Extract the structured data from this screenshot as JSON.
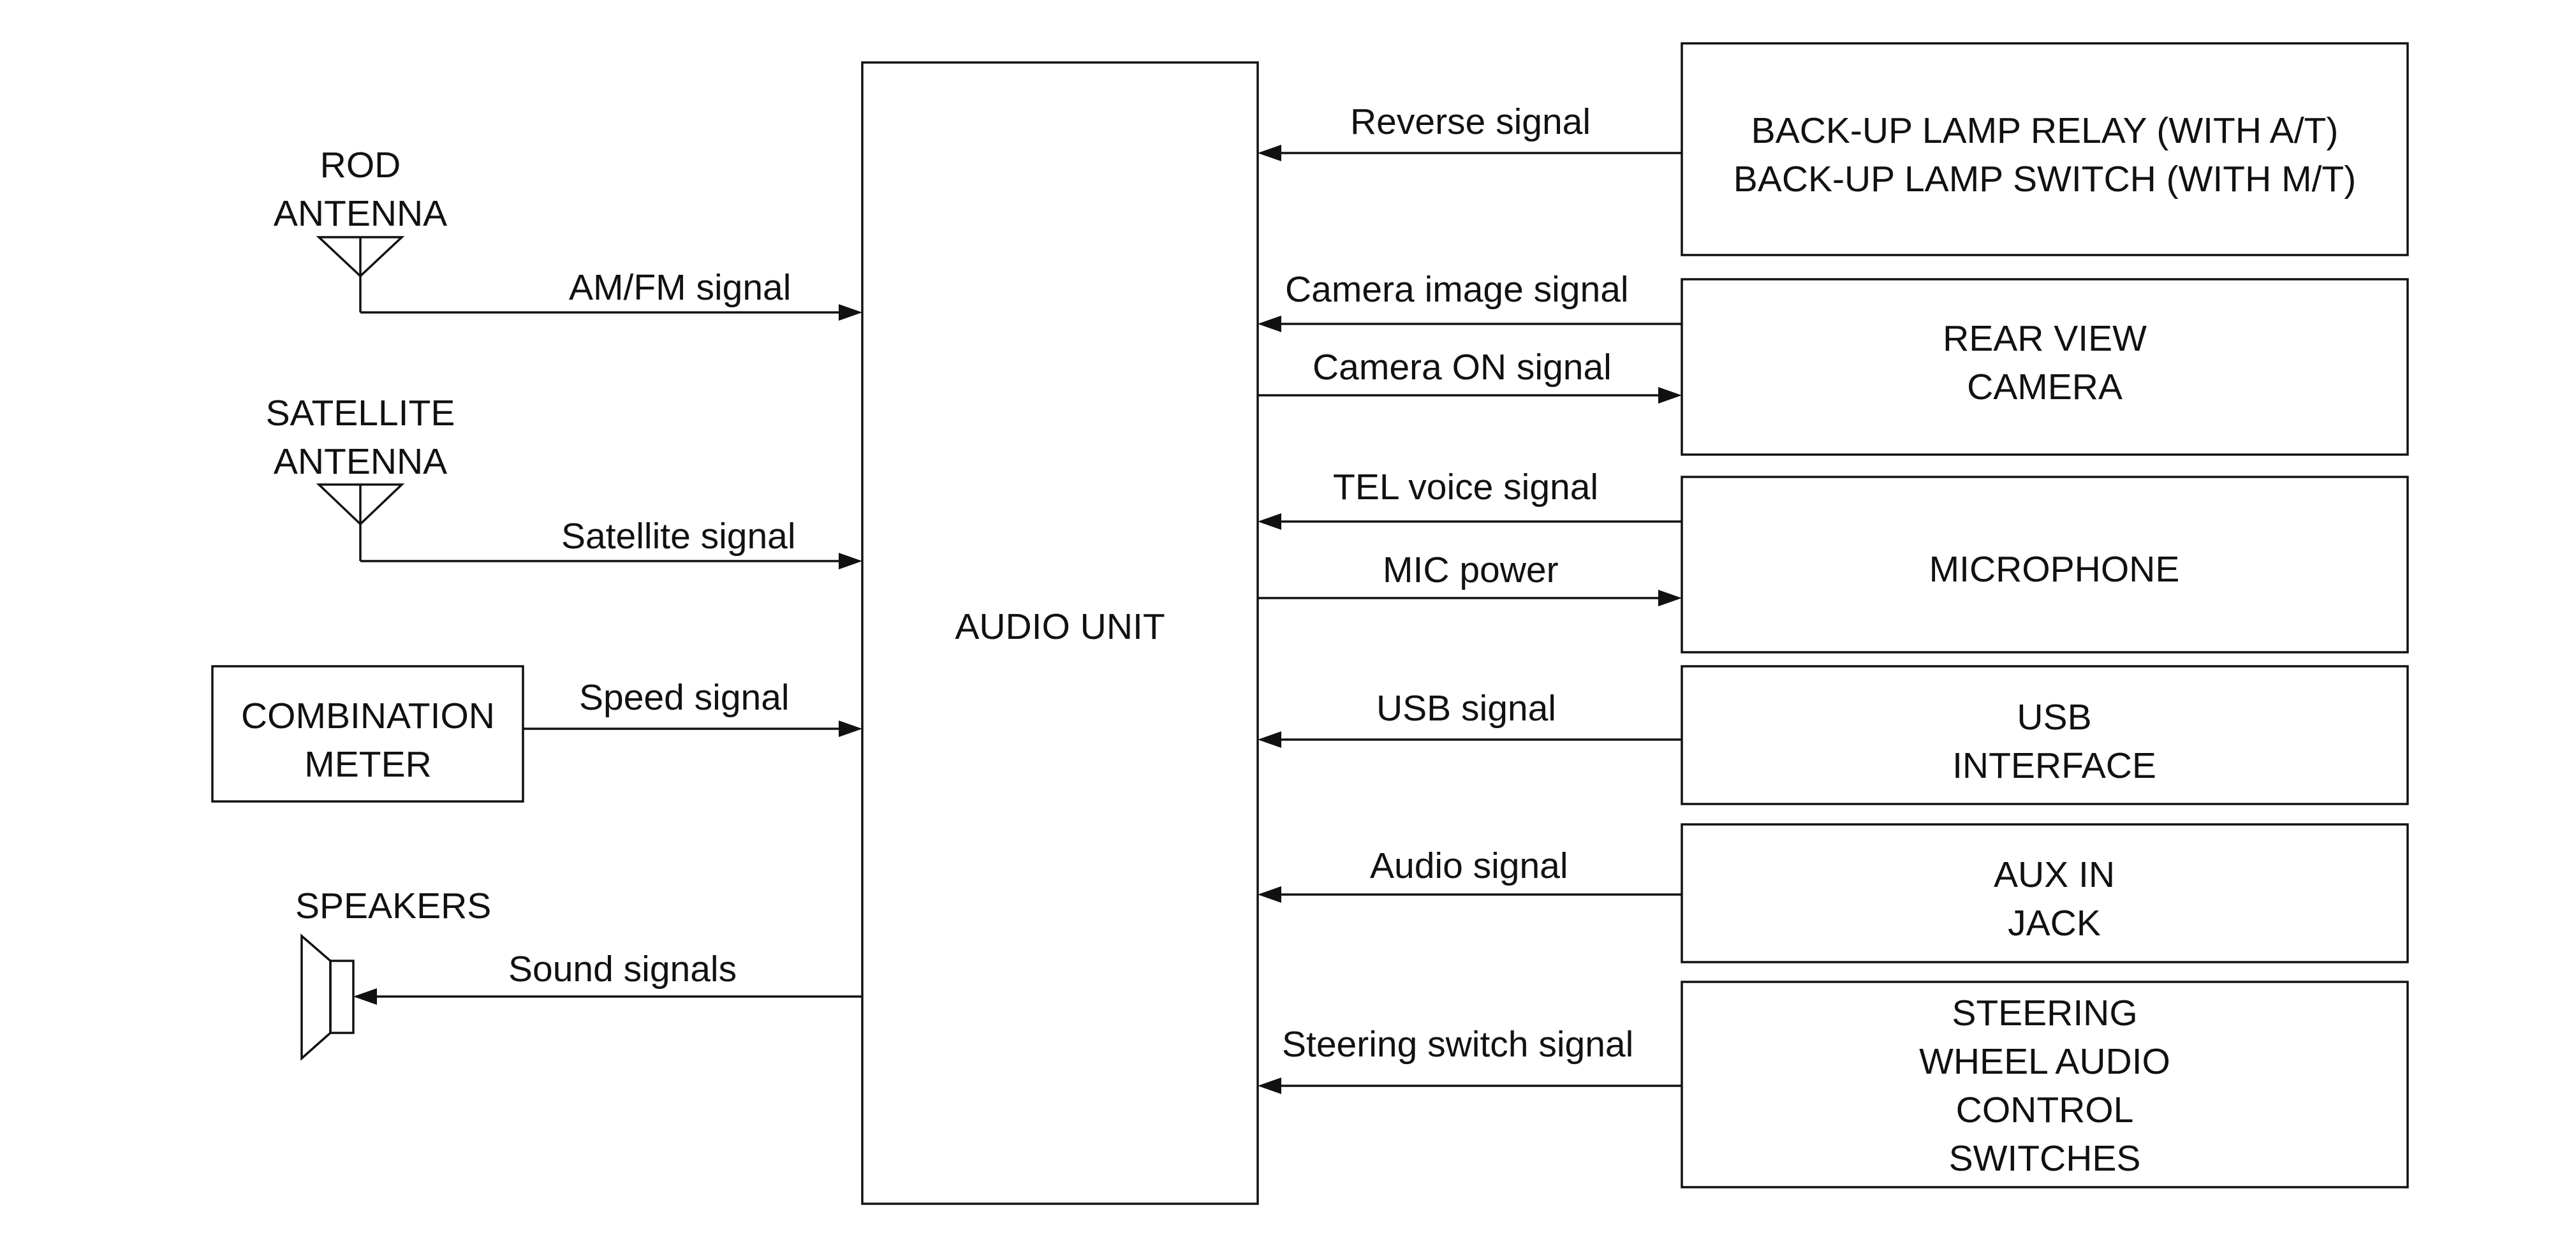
{
  "audio_unit": {
    "label": "AUDIO UNIT"
  },
  "left_components": {
    "rod_antenna": {
      "label_lines": [
        "ROD",
        "ANTENNA"
      ],
      "signal": "AM/FM signal"
    },
    "satellite_antenna": {
      "label_lines": [
        "SATELLITE",
        "ANTENNA"
      ],
      "signal": "Satellite signal"
    },
    "combination_meter": {
      "label_lines": [
        "COMBINATION",
        "METER"
      ],
      "signal": "Speed signal"
    },
    "speakers": {
      "label": "SPEAKERS",
      "signal": "Sound signals"
    }
  },
  "right_components": {
    "backup_lamp": {
      "label_lines": [
        "BACK-UP LAMP RELAY (WITH A/T)",
        "BACK-UP LAMP SWITCH (WITH M/T)"
      ],
      "signal": "Reverse signal"
    },
    "rear_view_camera": {
      "label_lines": [
        "REAR VIEW",
        "CAMERA"
      ],
      "signal_in": "Camera image signal",
      "signal_out": "Camera ON signal"
    },
    "microphone": {
      "label": "MICROPHONE",
      "signal_in": "TEL voice signal",
      "signal_out": "MIC power"
    },
    "usb_interface": {
      "label_lines": [
        "USB",
        "INTERFACE"
      ],
      "signal": "USB signal"
    },
    "aux_in_jack": {
      "label_lines": [
        "AUX IN",
        "JACK"
      ],
      "signal": "Audio signal"
    },
    "steering_switches": {
      "label_lines": [
        "STEERING",
        "WHEEL AUDIO",
        "CONTROL",
        "SWITCHES"
      ],
      "signal": "Steering switch signal"
    }
  }
}
